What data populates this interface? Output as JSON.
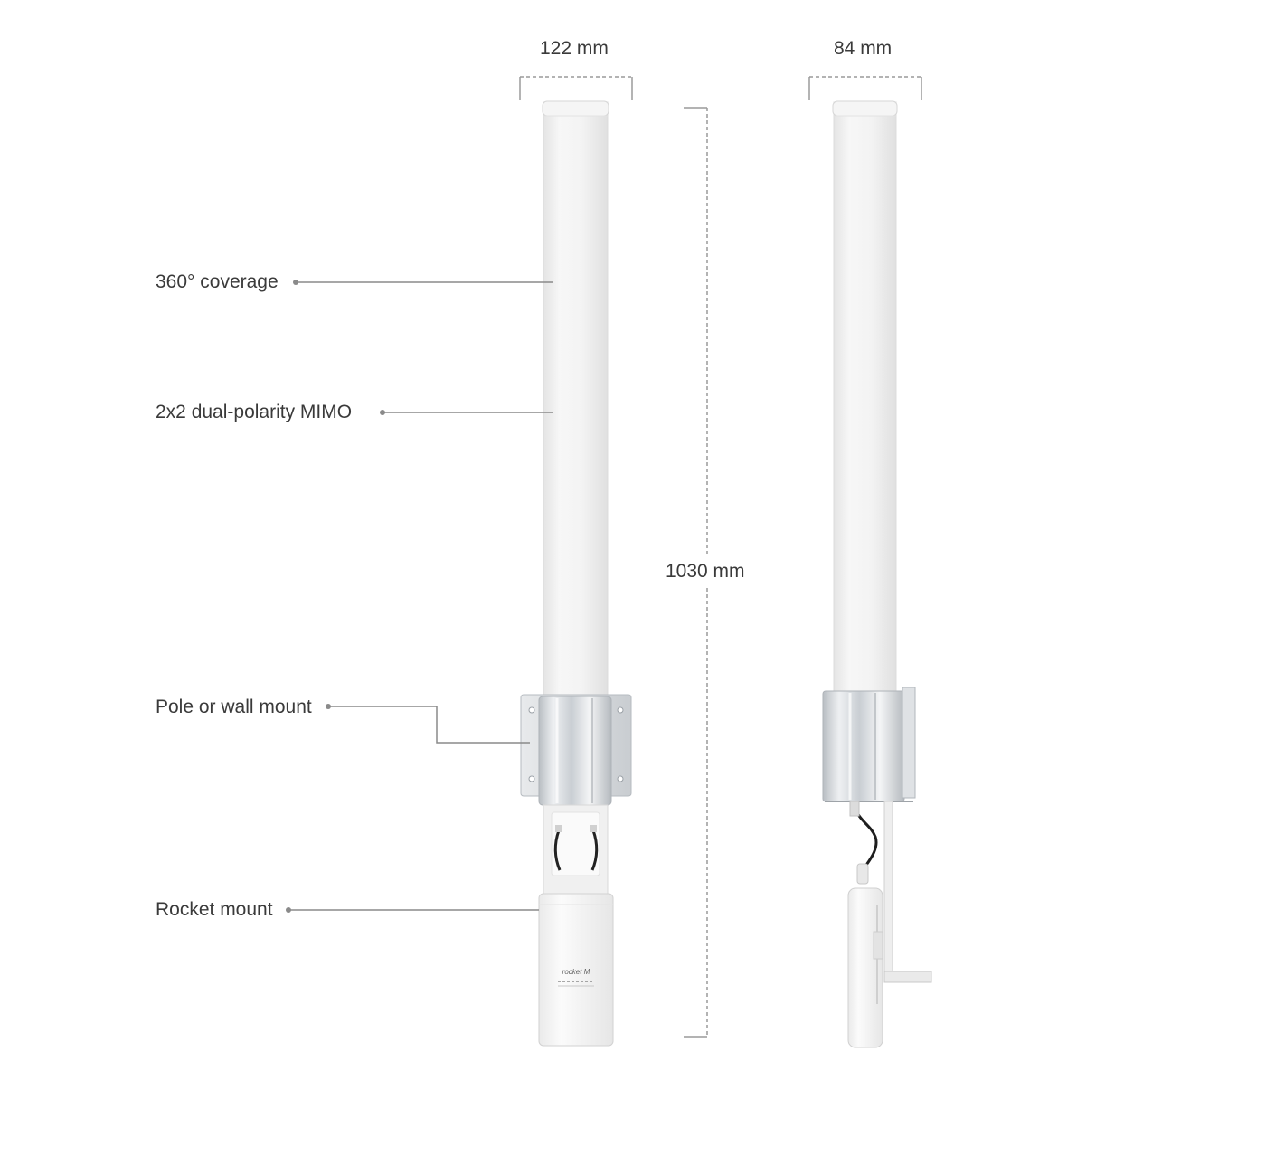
{
  "dimensions": {
    "front_width": "122 mm",
    "side_width": "84 mm",
    "height": "1030 mm"
  },
  "callouts": [
    {
      "id": "coverage",
      "label": "360° coverage"
    },
    {
      "id": "mimo",
      "label": "2x2 dual-polarity MIMO"
    },
    {
      "id": "mount",
      "label": "Pole or wall mount"
    },
    {
      "id": "rocket",
      "label": "Rocket mount"
    }
  ],
  "device_print": {
    "brand_mark": "rocket M"
  },
  "colors": {
    "text": "#3a3a3a",
    "leader_line": "#8a8a8a",
    "dim_line": "#9a9a9a",
    "radome": "#f2f2f2",
    "bracket": "#d4d8dc"
  }
}
